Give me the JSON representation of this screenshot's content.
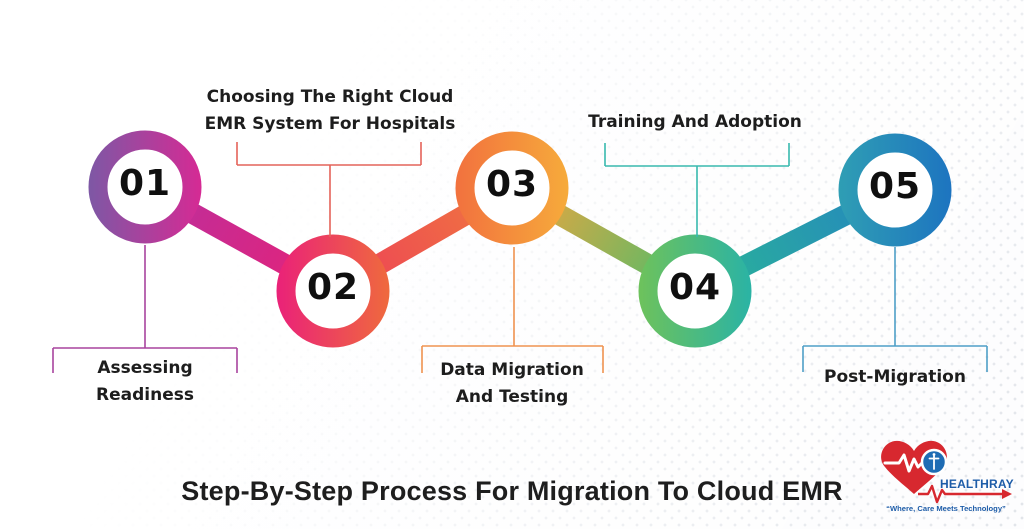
{
  "title": {
    "text": "Step-By-Step Process For Migration To Cloud EMR"
  },
  "steps": [
    {
      "number": "01",
      "label_line1": "Assessing",
      "label_line2": "Readiness",
      "label_position": "below",
      "ring_from": "#7d58a5",
      "ring_to": "#d62a94",
      "leader_color": "#a8449e"
    },
    {
      "number": "02",
      "label_line1": "Choosing The Right Cloud",
      "label_line2": "EMR System For Hospitals",
      "label_position": "above",
      "ring_from": "#ea2179",
      "ring_to": "#ef6a3d",
      "leader_color": "#e4635a"
    },
    {
      "number": "03",
      "label_line1": "Data Migration",
      "label_line2": "And Testing",
      "label_position": "below",
      "ring_from": "#f2713e",
      "ring_to": "#f6ab3b",
      "leader_color": "#ef9350"
    },
    {
      "number": "04",
      "label_line1": "Training And Adoption",
      "label_line2": "",
      "label_position": "above",
      "ring_from": "#6ec25b",
      "ring_to": "#2ab3a5",
      "leader_color": "#38b9ae"
    },
    {
      "number": "05",
      "label_line1": "Post-Migration",
      "label_line2": "",
      "label_position": "below",
      "ring_from": "#2f9eb4",
      "ring_to": "#1d74c0",
      "leader_color": "#4f9fc7"
    }
  ],
  "connectors": [
    {
      "from_color": "#ba2f9e",
      "to_color": "#e62277"
    },
    {
      "from_color": "#ed3f58",
      "to_color": "#f07a3e"
    },
    {
      "from_color": "#f3a43d",
      "to_color": "#4abd6b"
    },
    {
      "from_color": "#2ab597",
      "to_color": "#2585c0"
    }
  ],
  "logo": {
    "name": "HEALTHRAY",
    "tagline": "“Where, Care Meets Technology”",
    "heart_color": "#d7282f",
    "accent_blue": "#1d5ca8"
  }
}
